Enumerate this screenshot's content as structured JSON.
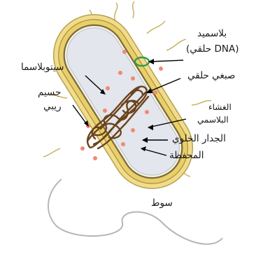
{
  "labels": {
    "plasmid": "بلاسميد",
    "plasmid_sub": "(DNA حلقي)",
    "chromosome": "صبغي حلقي",
    "cytoplasm": "سيتوبلاسما",
    "ribosome_1": "جسيم",
    "ribosome_2": "ريبي",
    "membrane_1": "الغشاء",
    "membrane_2": "البلاسمي",
    "cell_wall": "الجدار الخلوي",
    "capsule": "المحفظة",
    "flagellum": "سوط"
  },
  "colors": {
    "capsule_fill": "#f2dc8c",
    "capsule_stroke": "#b4a04e",
    "wall_fill": "#e8cf6a",
    "membrane_stroke": "#7a6a3a",
    "cytoplasm_fill": "#e3e6ec",
    "chromosome_stroke": "#6b431b",
    "ribosome_fill": "#f08a74",
    "plasmid_stroke": "#2f9a4a",
    "pili_stroke": "#c4ad55",
    "flagellum_stroke": "#b6b6b6",
    "pointer_stroke": "#000000"
  }
}
